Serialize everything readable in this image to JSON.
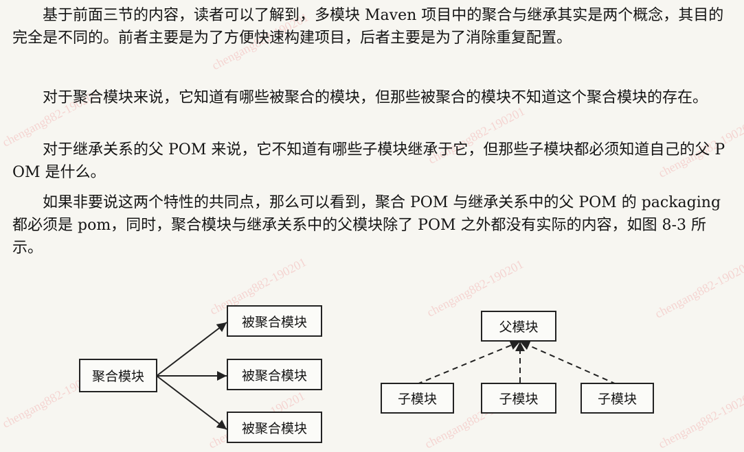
{
  "paragraphs": {
    "p1": "基于前面三节的内容，读者可以了解到，多模块 Maven 项目中的聚合与继承其实是两个概念，其目的完全是不同的。前者主要是为了方便快速构建项目，后者主要是为了消除重复配置。",
    "p2": "对于聚合模块来说，它知道有哪些被聚合的模块，但那些被聚合的模块不知道这个聚合模块的存在。",
    "p3": "对于继承关系的父 POM 来说，它不知道有哪些子模块继承于它，但那些子模块都必须知道自己的父 POM 是什么。",
    "p4": "如果非要说这两个特性的共同点，那么可以看到，聚合 POM 与继承关系中的父 POM 的 packaging 都必须是 pom，同时，聚合模块与继承关系中的父模块除了 POM 之外都没有实际的内容，如图 8-3 所示。"
  },
  "diagram_left": {
    "root": "聚合模块",
    "children": [
      "被聚合模块",
      "被聚合模块",
      "被聚合模块"
    ]
  },
  "diagram_right": {
    "parent": "父模块",
    "children": [
      "子模块",
      "子模块",
      "子模块"
    ]
  },
  "watermark_text": "chengang882-190201",
  "colors": {
    "paper": "#f7f6f1",
    "text": "#141414",
    "watermark": "#f2a7a7"
  }
}
